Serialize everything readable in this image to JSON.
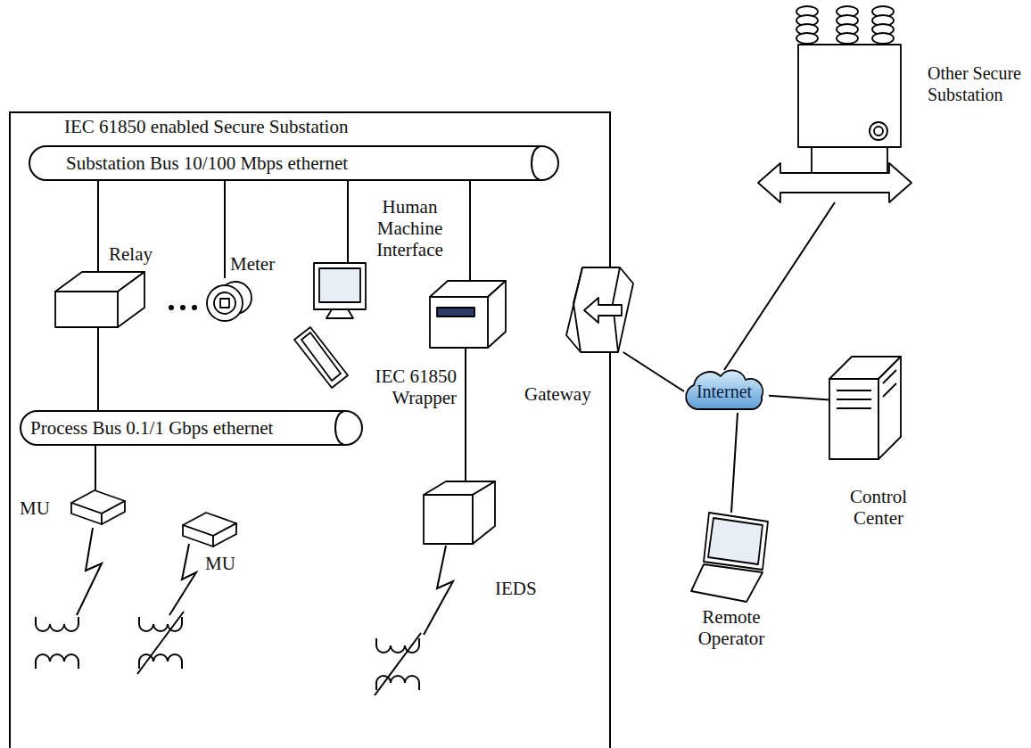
{
  "diagram": {
    "nodes": [
      {
        "text": [
          "IEC 61850 enabled Secure Substation"
        ]
      },
      {
        "text": [
          "Substation Bus 10/100 Mbps ethernet"
        ],
        "in": 0
      },
      {
        "text": [
          "Relay"
        ],
        "in": 0
      },
      {
        "text": [
          "Meter"
        ],
        "in": 0
      },
      {
        "text": [
          "Human Machine Interface"
        ],
        "in": 0
      },
      {
        "text": [
          "IEC 61850 Wrapper"
        ],
        "in": 0
      },
      {
        "text": [
          "Process Bus 0.1/1 Gbps ethernet"
        ],
        "in": 0
      },
      {
        "text": [
          "MU"
        ],
        "in": 0
      },
      {
        "text": [
          "MU"
        ],
        "in": 0
      },
      {
        "text": [
          "IEDS"
        ],
        "in": 0
      },
      {
        "text": [
          "Gateway"
        ]
      },
      {
        "text": [
          "Internet"
        ]
      },
      {
        "text": [
          "Other Secure Substation"
        ]
      },
      {
        "text": [
          "Control Center"
        ]
      },
      {
        "text": [
          "Remote Operator"
        ]
      }
    ],
    "edges": [
      {
        "from": 1,
        "to": 2,
        "arrow": "none"
      },
      {
        "from": 1,
        "to": 3,
        "arrow": "none"
      },
      {
        "from": 1,
        "to": 4,
        "arrow": "none"
      },
      {
        "from": 1,
        "to": 5,
        "arrow": "none"
      },
      {
        "from": 2,
        "to": 6,
        "arrow": "none"
      },
      {
        "from": 6,
        "to": 7,
        "arrow": "none"
      },
      {
        "from": 5,
        "to": 9,
        "arrow": "none"
      },
      {
        "from": 10,
        "to": 11,
        "arrow": "none"
      },
      {
        "from": 11,
        "to": 12,
        "arrow": "none"
      },
      {
        "from": 11,
        "to": 13,
        "arrow": "none"
      },
      {
        "from": 11,
        "to": 14,
        "arrow": "none"
      }
    ]
  }
}
